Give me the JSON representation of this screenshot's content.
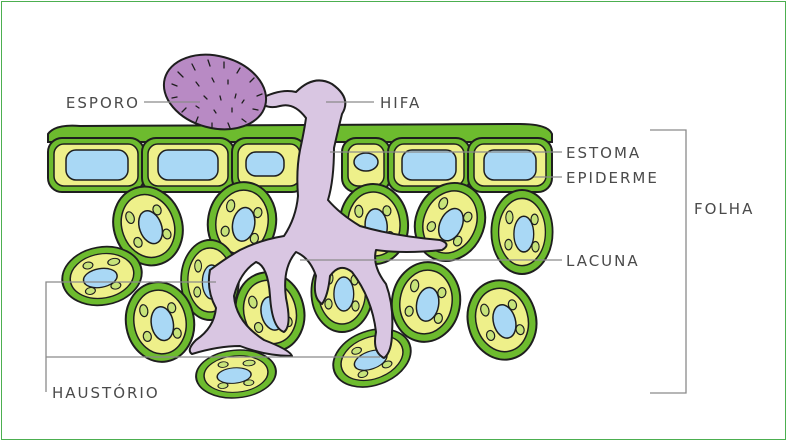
{
  "labels": {
    "esporo": "ESPORO",
    "hifa": "HIFA",
    "estoma": "ESTOMA",
    "epiderme": "EPIDERME",
    "folha": "FOLHA",
    "lacuna": "LACUNA",
    "haustorio": "HAUSTÓRIO"
  },
  "colors": {
    "frame": "#4caf50",
    "cell_wall": "#6dbb2e",
    "cytoplasm": "#eef08a",
    "vacuole": "#a9d8f5",
    "chloroplast": "#c7e37a",
    "fungus": "#d9c6e2",
    "spore": "#b88ac4",
    "outline": "#1e1e1e",
    "text": "#4a4a4a",
    "leader": "#8a8a8a"
  }
}
